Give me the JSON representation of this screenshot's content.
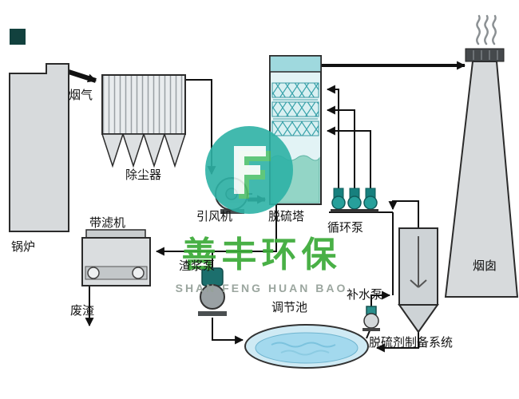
{
  "watermark": {
    "brand_cn": "善丰环保",
    "brand_en": "SHAN FENG HUAN BAO"
  },
  "labels": {
    "boiler": "锅炉",
    "flue_gas": "烟气",
    "dust_collector": "除尘器",
    "id_fan": "引风机",
    "desulfurization_tower": "脱硫塔",
    "circulation_pump": "循环泵",
    "belt_filter": "带滤机",
    "slag_slurry_pump": "渣浆泵",
    "waste_residue": "废渣",
    "regulation_pool": "调节池",
    "water_supply_pump": "补水泵",
    "desulfurizer_prep_system": "脱硫剂制备系统",
    "chimney": "烟囱"
  },
  "colors": {
    "line": "#111111",
    "equipment_gray": "#d7dadc",
    "tower_blue": "#9fd9de",
    "tower_liquid_green": "#93d5c6",
    "pump_teal": "#27a09b",
    "pool_blue": "#a3d9ee",
    "watermark_green": "#3cab39",
    "watermark_teal": "#2eb2a6"
  }
}
